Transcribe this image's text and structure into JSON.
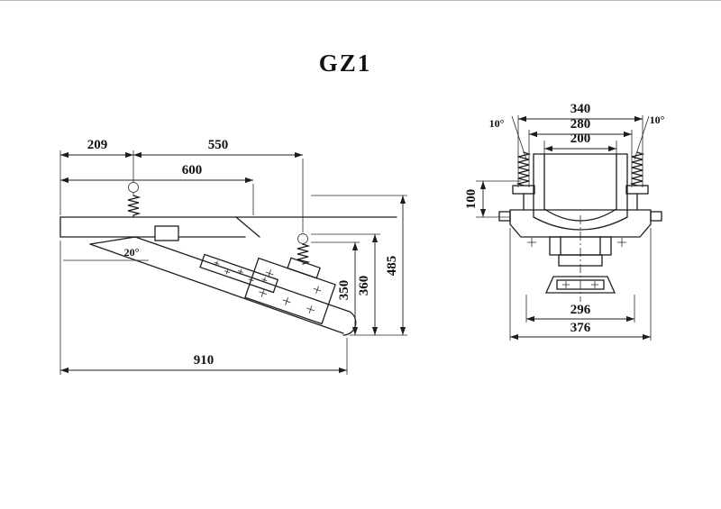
{
  "title": "GZ1",
  "side_view": {
    "dim_209": "209",
    "dim_550": "550",
    "dim_600": "600",
    "dim_910": "910",
    "dim_485": "485",
    "dim_360": "360",
    "dim_350": "350",
    "angle_20": "20°"
  },
  "end_view": {
    "dim_340": "340",
    "dim_280": "280",
    "dim_200": "200",
    "dim_100": "100",
    "dim_296": "296",
    "dim_376": "376",
    "angle_left": "10°",
    "angle_right": "10°"
  },
  "colors": {
    "line": "#1d1d1d",
    "background": "#ffffff"
  }
}
